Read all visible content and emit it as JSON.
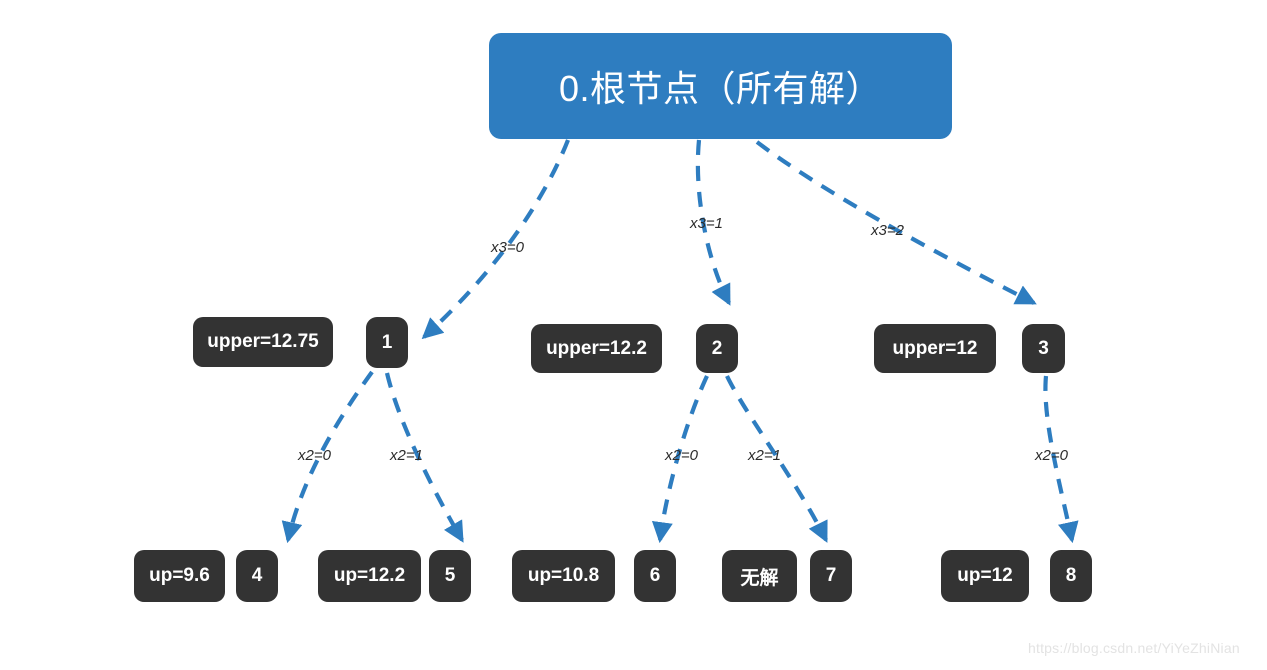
{
  "diagram": {
    "title_node": {
      "label": "0.根节点（所有解）",
      "color": "#2e7dc0"
    },
    "node_color": "#333333",
    "edge_color": "#2e7dc0",
    "levels": [
      {
        "name": "level-1",
        "nodes": [
          {
            "id": "1",
            "index_label": "1",
            "info_label": "upper=12.75"
          },
          {
            "id": "2",
            "index_label": "2",
            "info_label": "upper=12.2"
          },
          {
            "id": "3",
            "index_label": "3",
            "info_label": "upper=12"
          }
        ]
      },
      {
        "name": "level-2",
        "nodes": [
          {
            "id": "4",
            "index_label": "4",
            "info_label": "up=9.6"
          },
          {
            "id": "5",
            "index_label": "5",
            "info_label": "up=12.2"
          },
          {
            "id": "6",
            "index_label": "6",
            "info_label": "up=10.8"
          },
          {
            "id": "7",
            "index_label": "7",
            "info_label": "无解"
          },
          {
            "id": "8",
            "index_label": "8",
            "info_label": "up=12"
          }
        ]
      }
    ],
    "edges": [
      {
        "id": "root-1",
        "label": "x3=0",
        "from": "0",
        "to": "1"
      },
      {
        "id": "root-2",
        "label": "x3=1",
        "from": "0",
        "to": "2"
      },
      {
        "id": "root-3",
        "label": "x3=2",
        "from": "0",
        "to": "3"
      },
      {
        "id": "n1-4",
        "label": "x2=0",
        "from": "1",
        "to": "4"
      },
      {
        "id": "n1-5",
        "label": "x2=1",
        "from": "1",
        "to": "5"
      },
      {
        "id": "n2-6",
        "label": "x2=0",
        "from": "2",
        "to": "6"
      },
      {
        "id": "n2-7",
        "label": "x2=1",
        "from": "2",
        "to": "7"
      },
      {
        "id": "n3-8",
        "label": "x2=0",
        "from": "3",
        "to": "8"
      }
    ]
  },
  "watermark": {
    "text": "https://blog.csdn.net/YiYeZhiNian"
  }
}
